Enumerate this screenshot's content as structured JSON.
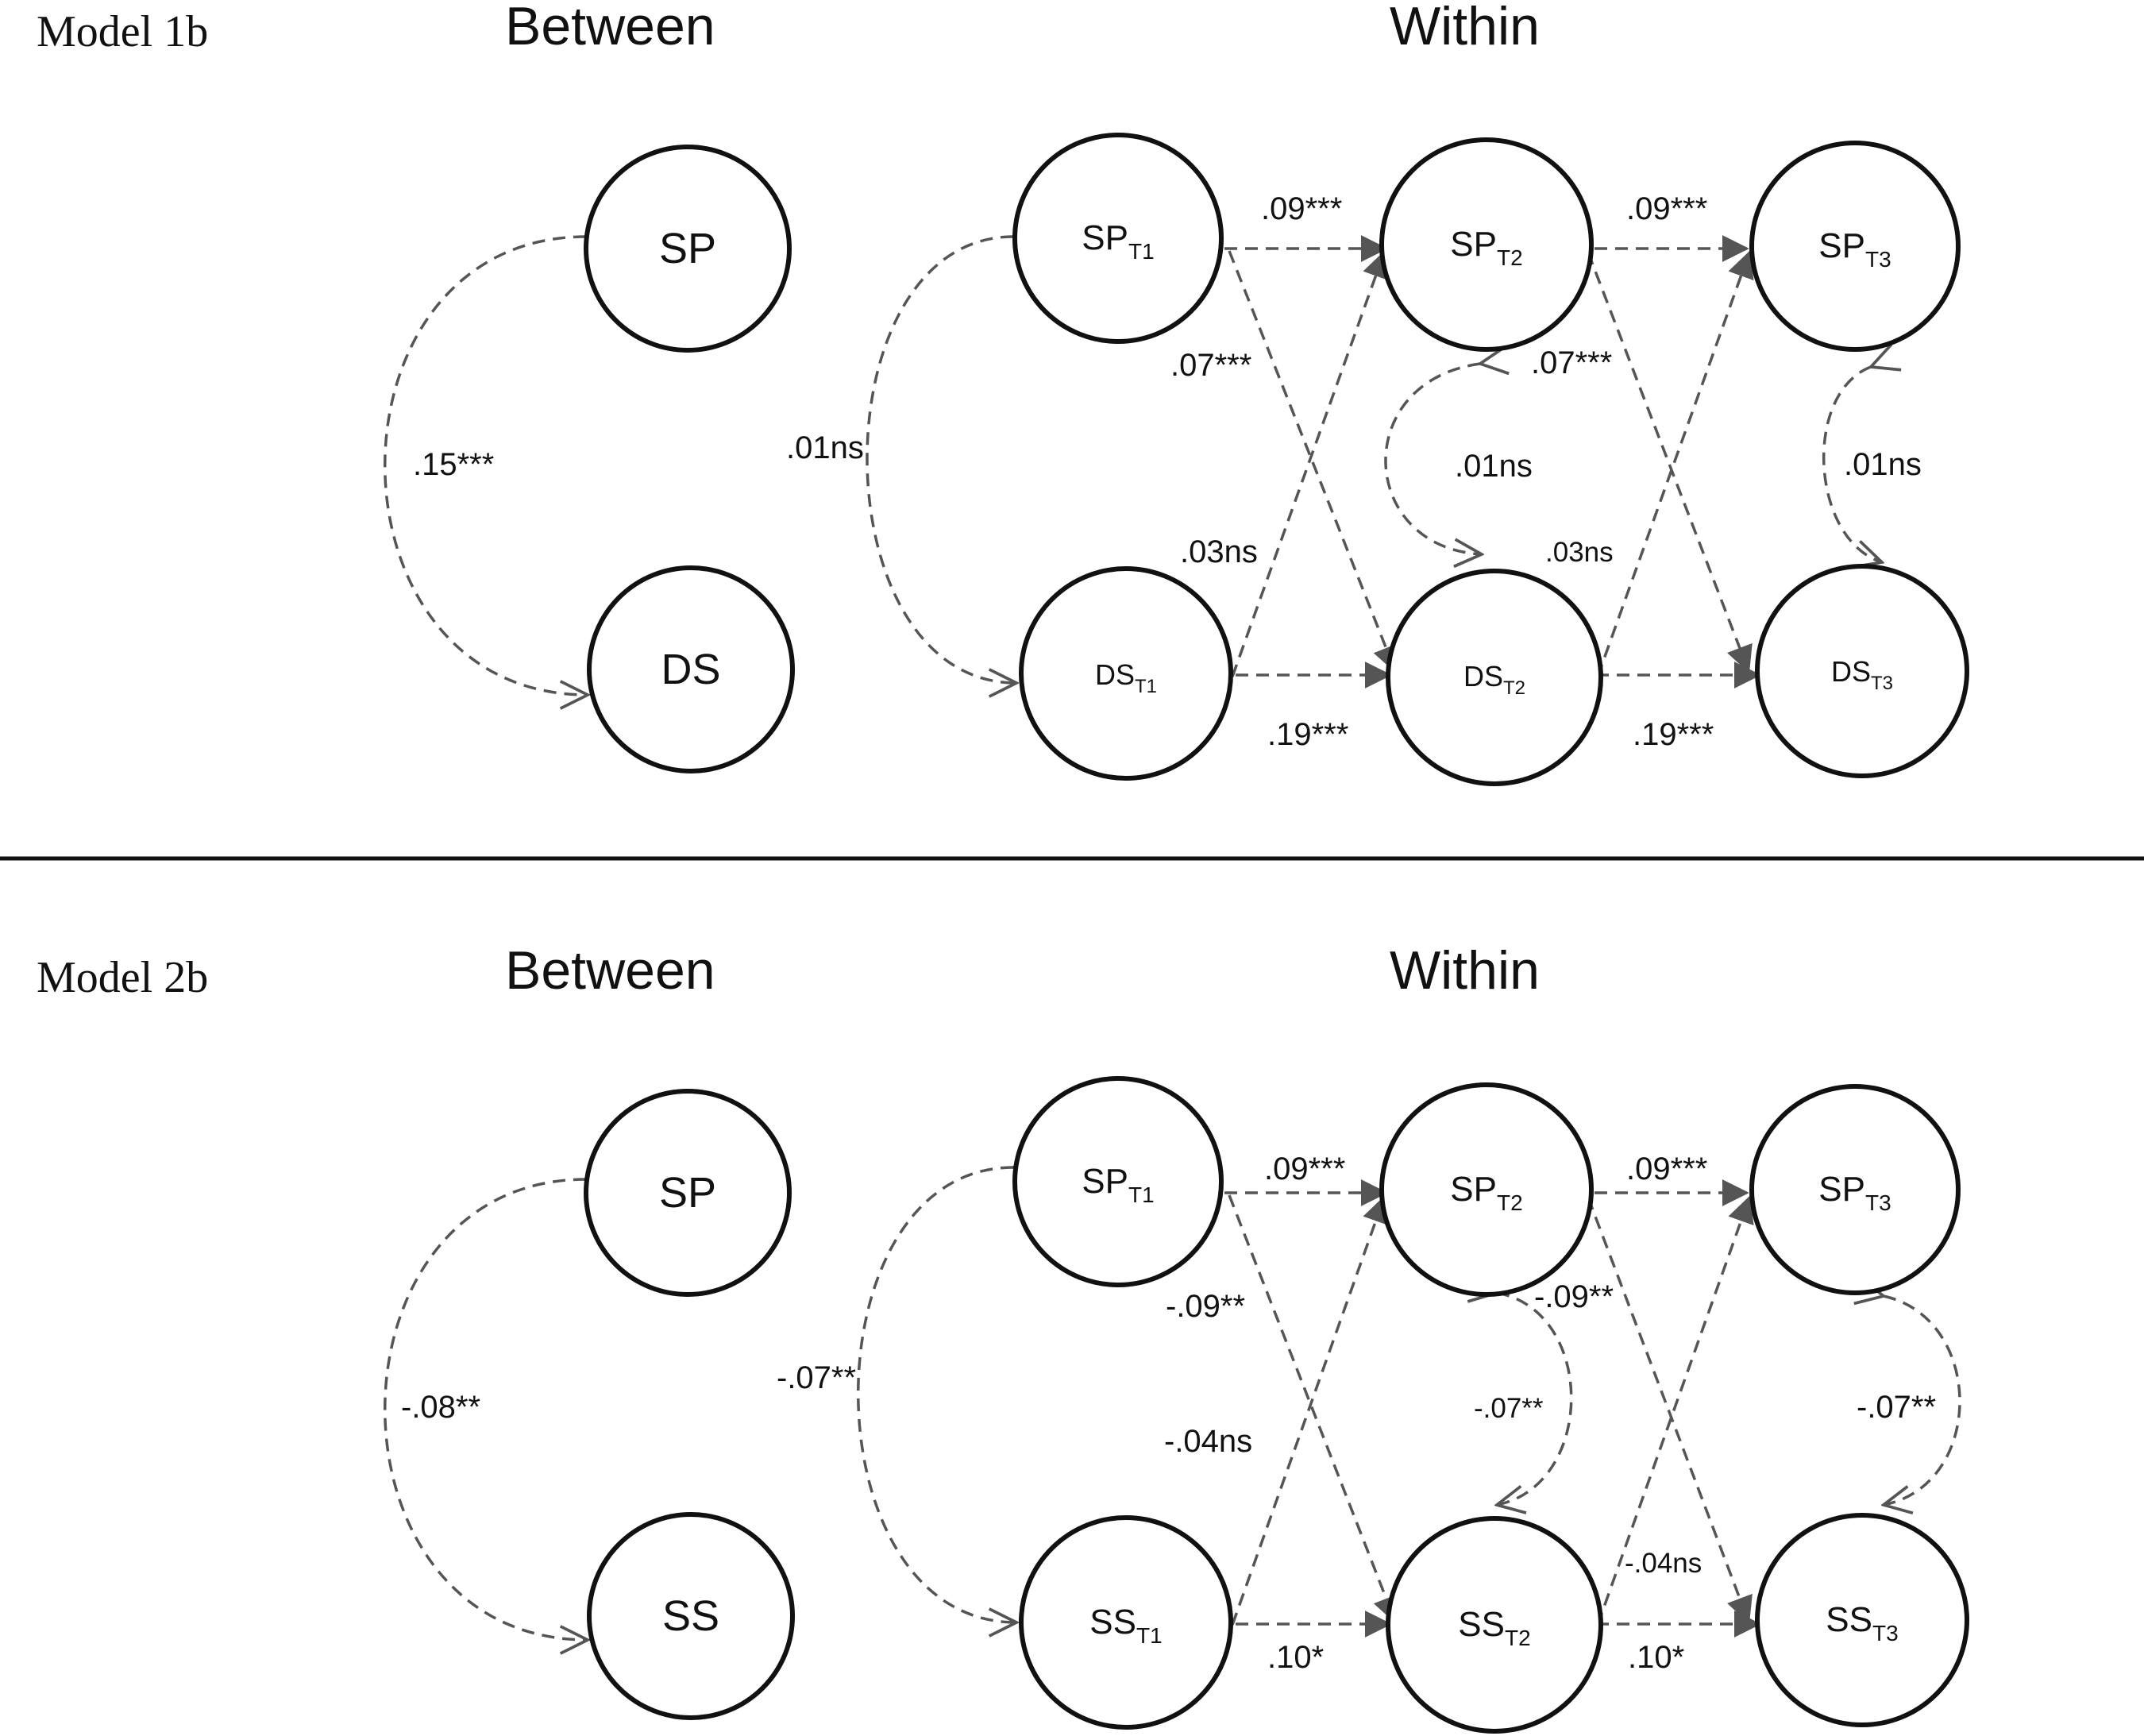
{
  "panels": [
    {
      "id": "m1",
      "title": "Model 1b",
      "between_title": "Between",
      "within_title": "Within",
      "between_nodes": {
        "top": {
          "text": "SP",
          "sub": ""
        },
        "bottom": {
          "text": "DS",
          "sub": ""
        }
      },
      "within_nodes": {
        "top": [
          {
            "text": "SP",
            "sub": "T1"
          },
          {
            "text": "SP",
            "sub": "T2"
          },
          {
            "text": "SP",
            "sub": "T3"
          }
        ],
        "bottom": [
          {
            "text": "DS",
            "sub": "T1"
          },
          {
            "text": "DS",
            "sub": "T2"
          },
          {
            "text": "DS",
            "sub": "T3"
          }
        ]
      },
      "coefficients": {
        "between_cov": ".15***",
        "t1_cov": ".01ns",
        "t2_cov": ".01ns",
        "t3_cov": ".01ns",
        "top_auto_12": ".09***",
        "top_auto_23": ".09***",
        "bottom_auto_12": ".19***",
        "bottom_auto_23": ".19***",
        "cross_down_12": ".07***",
        "cross_down_23": ".07***",
        "cross_up_12": ".03ns",
        "cross_up_23": ".03ns"
      }
    },
    {
      "id": "m2",
      "title": "Model 2b",
      "between_title": "Between",
      "within_title": "Within",
      "between_nodes": {
        "top": {
          "text": "SP",
          "sub": ""
        },
        "bottom": {
          "text": "SS",
          "sub": ""
        }
      },
      "within_nodes": {
        "top": [
          {
            "text": "SP",
            "sub": "T1"
          },
          {
            "text": "SP",
            "sub": "T2"
          },
          {
            "text": "SP",
            "sub": "T3"
          }
        ],
        "bottom": [
          {
            "text": "SS",
            "sub": "T1"
          },
          {
            "text": "SS",
            "sub": "T2"
          },
          {
            "text": "SS",
            "sub": "T3"
          }
        ]
      },
      "coefficients": {
        "between_cov": "-.08**",
        "t1_cov": "-.07**",
        "t2_cov": "-.07**",
        "t3_cov": "-.07**",
        "top_auto_12": ".09***",
        "top_auto_23": ".09***",
        "bottom_auto_12": ".10*",
        "bottom_auto_23": ".10*",
        "cross_down_12": "-.09**",
        "cross_down_23": "-.09**",
        "cross_up_12": "-.04ns",
        "cross_up_23": "-.04ns"
      }
    }
  ]
}
